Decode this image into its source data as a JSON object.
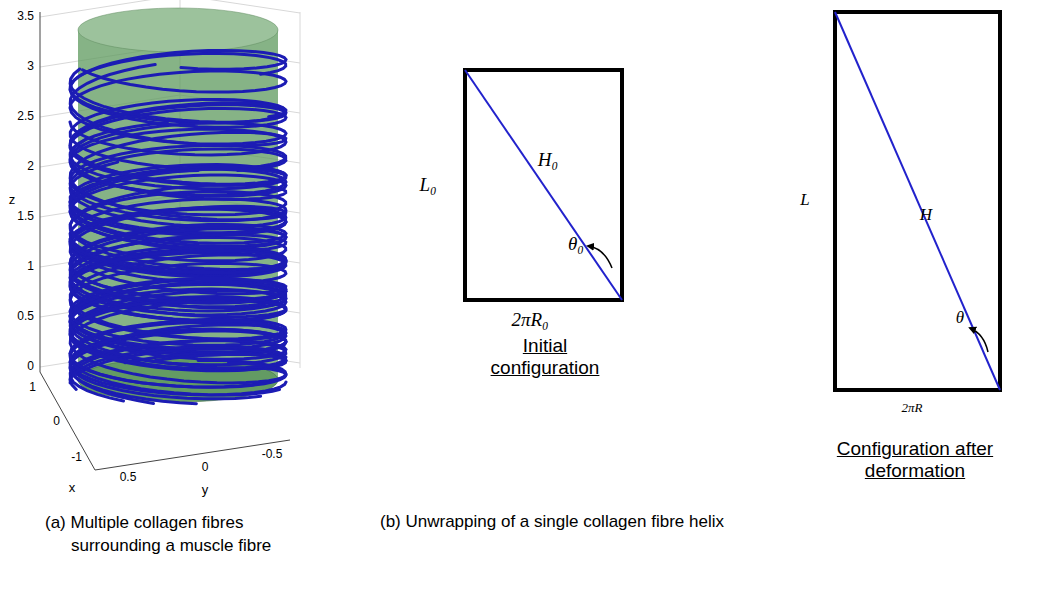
{
  "diagram": {
    "labels": [
      "3.5",
      "3",
      "2.5",
      "2",
      "1.5",
      "1",
      "0.5",
      "0",
      "z",
      "1",
      "0",
      "-1",
      "x",
      "0.5",
      "0",
      "-0.5",
      "y",
      "L₀",
      "H₀",
      "θ₀",
      "2πR₀",
      "Initial configuration",
      "L",
      "H",
      "θ",
      "2πR",
      "Configuration after deformation",
      "(a) Multiple collagen fibres surrounding a muscle fibre",
      "(b) Unwrapping of a single collagen fibre helix"
    ]
  }
}
